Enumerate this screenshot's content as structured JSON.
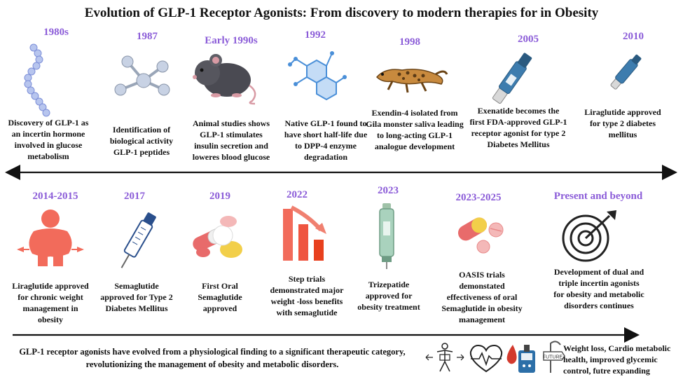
{
  "title": "Evolution of GLP-1 Receptor Agonists: From discovery to modern therapies for in Obesity",
  "colors": {
    "year": "#8b5cd8",
    "pill_red": "#e86b6b",
    "pill_yellow": "#f2cf4a",
    "pen_blue": "#3d7cae",
    "bar_red": "#e8503a"
  },
  "row1": [
    {
      "year": "1980s",
      "text": "Discovery of GLP-1 as an incertin hormone involved in glucose metabolism",
      "icon": "peptide-chain-icon"
    },
    {
      "year": "1987",
      "text": "Identification of biological activity GLP-1 peptides",
      "icon": "molecule-icon"
    },
    {
      "year": "Early 1990s",
      "text": "Animal studies shows GLP-1 stimulates insulin secretion and loweres blood glucose",
      "icon": "mouse-icon"
    },
    {
      "year": "1992",
      "text": "Native GLP-1 found to have short half-life due to DPP-4 enzyme degradation",
      "icon": "molecule-structure-icon"
    },
    {
      "year": "1998",
      "text": "Exendin-4 isolated from Gila monster saliva leading to long-acting GLP-1 analogue development",
      "icon": "gila-monster-icon"
    },
    {
      "year": "2005",
      "text": "Exenatide becomes the first FDA-approved GLP-1 receptor agonist for type 2 Diabetes Mellitus",
      "icon": "injection-pen-icon"
    },
    {
      "year": "2010",
      "text": "Liraglutide approved for type 2 diabetes mellitus",
      "icon": "small-pen-icon"
    }
  ],
  "row2": [
    {
      "year": "2014-2015",
      "text": "Liraglutide approved for chronic weight management in obesity",
      "icon": "obesity-icon"
    },
    {
      "year": "2017",
      "text": "Semaglutide approved for Type 2 Diabetes Mellitus",
      "icon": "syringe-pen-icon"
    },
    {
      "year": "2019",
      "text": "First Oral Semaglutide approved",
      "icon": "pills-icon"
    },
    {
      "year": "2022",
      "text": "Step trials demonstrated major weight -loss benefits with semaglutide",
      "icon": "declining-bars-icon"
    },
    {
      "year": "2023",
      "text": "Trizepatide approved for obesity treatment",
      "icon": "pen-device-icon"
    },
    {
      "year": "2023-2025",
      "text": "OASIS trials demonstated effectiveness of oral Semaglutide in obesity management",
      "icon": "capsules-icon"
    },
    {
      "year": "Present and beyond",
      "text": "Development of dual and triple incertin agonists for obesity and metabolic disorders continues",
      "icon": "target-icon"
    }
  ],
  "footer": "GLP-1 receptor agonists have evolved from a physiological finding to a significant therapeutic category, revolutionizing the management of obesity and metabolic disorders.",
  "footer_icons": [
    "weight-loss-icon",
    "heart-rate-icon",
    "glucose-meter-icon",
    "future-sign-icon"
  ],
  "future_label": "FUTURE",
  "summary": "Weight loss, Cardio metabolic health, improved glycemic control, futre expanding"
}
